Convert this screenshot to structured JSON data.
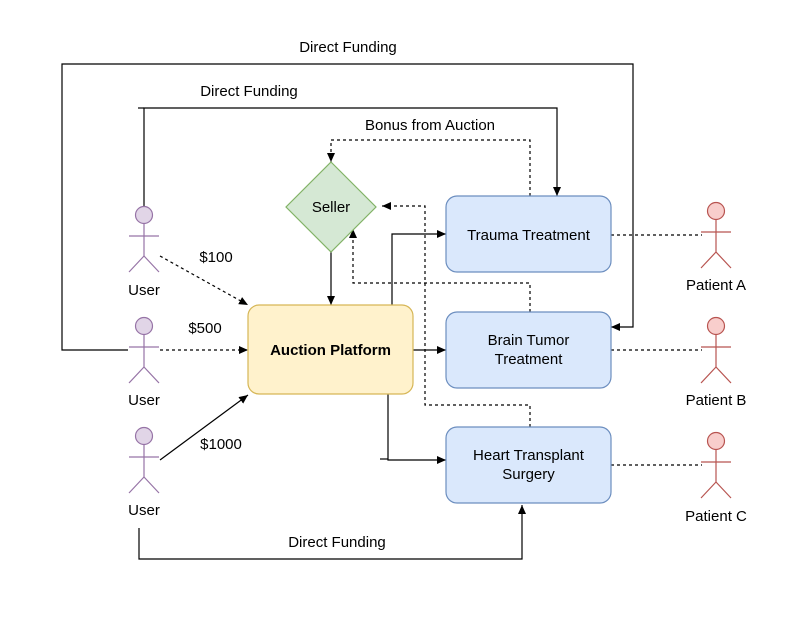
{
  "diagram": {
    "nodes": {
      "auction": {
        "label": "Auction Platform",
        "fill": "#fff2cc",
        "stroke": "#d6b656"
      },
      "seller": {
        "label": "Seller",
        "fill": "#d5e8d4",
        "stroke": "#82b366"
      },
      "trauma": {
        "label": "Trauma Treatment",
        "fill": "#dae8fc",
        "stroke": "#6c8ebf"
      },
      "brain": {
        "label_line1": "Brain Tumor",
        "label_line2": "Treatment",
        "fill": "#dae8fc",
        "stroke": "#6c8ebf"
      },
      "heart": {
        "label_line1": "Heart Transplant",
        "label_line2": "Surgery",
        "fill": "#dae8fc",
        "stroke": "#6c8ebf"
      }
    },
    "actors": {
      "user1": {
        "label": "User",
        "stroke": "#9673a6",
        "fill": "#e1d5e7"
      },
      "user2": {
        "label": "User",
        "stroke": "#9673a6",
        "fill": "#e1d5e7"
      },
      "user3": {
        "label": "User",
        "stroke": "#9673a6",
        "fill": "#e1d5e7"
      },
      "patientA": {
        "label": "Patient A",
        "stroke": "#b85450",
        "fill": "#f8cecc"
      },
      "patientB": {
        "label": "Patient B",
        "stroke": "#b85450",
        "fill": "#f8cecc"
      },
      "patientC": {
        "label": "Patient C",
        "stroke": "#b85450",
        "fill": "#f8cecc"
      }
    },
    "edge_labels": {
      "direct_funding_top": "Direct Funding",
      "direct_funding_mid": "Direct Funding",
      "direct_funding_bottom": "Direct Funding",
      "bonus_from_auction": "Bonus from Auction",
      "amount_100": "$100",
      "amount_500": "$500",
      "amount_1000": "$1000"
    }
  }
}
